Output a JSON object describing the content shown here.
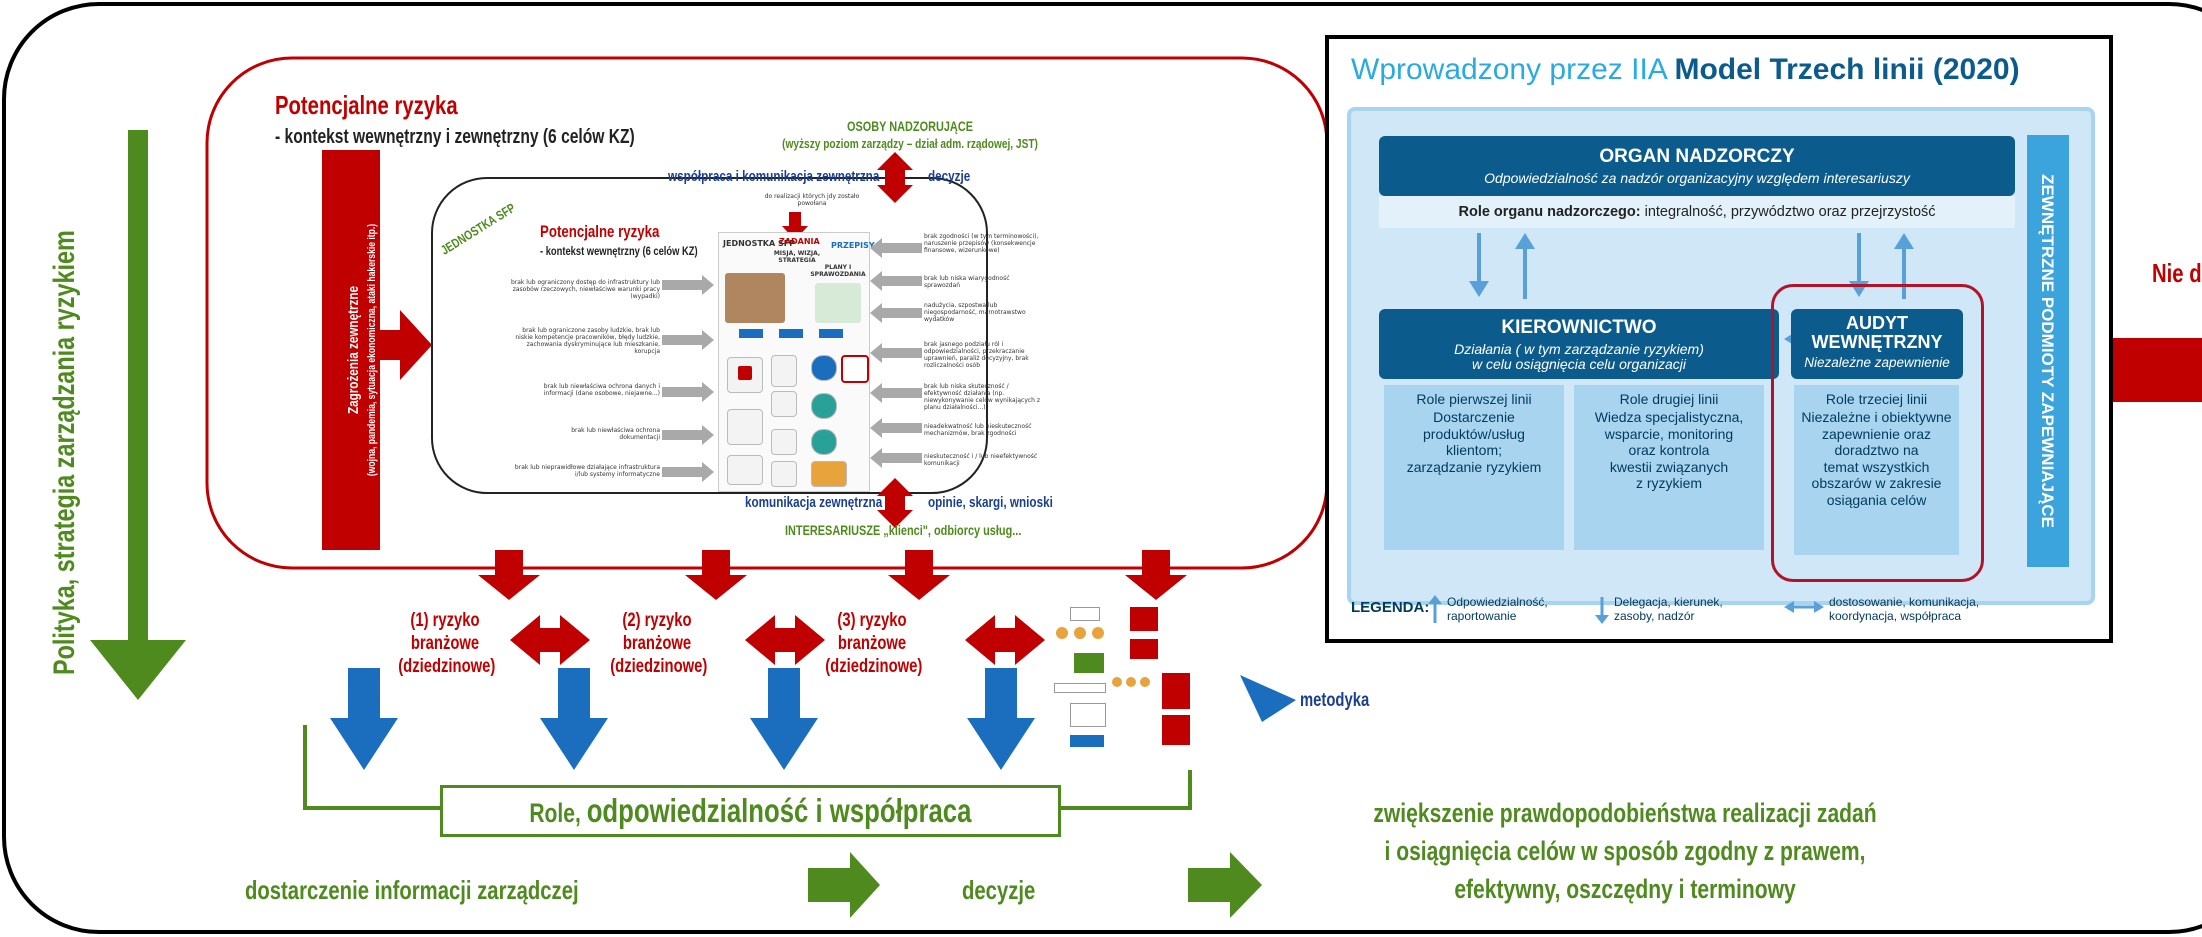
{
  "colors": {
    "red": "#c00000",
    "green": "#4f8a1e",
    "blue": "#1a6ebd",
    "navy": "#0b5c8c",
    "light_blue": "#cfe7f7",
    "frame": "#000000"
  },
  "left": {
    "vertical_label": "Polityka, strategia zarządzania ryzykiem",
    "outer_title": "Potencjalne ryzyka",
    "outer_subtitle": "- kontekst wewnętrzny i zewnętrzny (6 celów KZ)",
    "threats_label": "Zagrożenia zewnętrzne",
    "threats_sub": "(wojna, pandemia, sytuacja ekonomiczna, ataki hakerskie itp.)",
    "top_org_title": "OSOBY NADZORUJĄCE",
    "top_org_sub": "(wyższy poziom zarządzy – dział adm. rządowej, JST)",
    "top_left_label": "współpraca i komunikacja zewnętrzna",
    "top_right_label": "decyzje",
    "unit_label": "JEDNOSTKA SFP",
    "inner_title": "Potencjalne ryzyka",
    "inner_subtitle": "- kontekst wewnętrzny (6 celów KZ)",
    "center_caption": "do realizacji których jdy zostało powołana",
    "center_tags": [
      "JEDNOSTKA SFP",
      "ZADANIA",
      "MISJA, WIZJA, STRATEGIA",
      "PRZEPISY",
      "PLANY I SPRAWOZDANIA"
    ],
    "left_risks": [
      "brak lub ograniczony dostęp do infrastruktury lub zasobów rzeczowych, niewłaściwe warunki pracy (wypadki)",
      "brak lub ograniczone zasoby ludzkie, brak lub niskie kompetencje pracowników, błędy ludzkie, zachowania dyskryminujące lub mieszkanie, korupcja",
      "brak lub niewłaściwa ochrona danych i informacji (dane osobowe, niejawne...)",
      "brak lub niewłaściwa ochrona dokumentacji",
      "brak lub nieprawidłowe działające infrastruktura i/lub systemy informatyczne"
    ],
    "right_risks": [
      "brak zgodności (w tym terminowości), naruszenie przepisów (konsekwencje finansowe, wizerunkowe)",
      "brak lub niska wiarygodność sprawozdań",
      "nadużycia, szpostwa lub niegospodarność, marnotrawstwo wydatków",
      "brak jasnego podziału ról i odpowiedzialności, przekraczanie uprawnień, paraliż decyzyjny, brak rozliczalności osób",
      "brak lub niska skuteczność / efektywność działania (np. niewykonywanie celów wynikających z planu działalności...)",
      "nieadekwatność lub nieskuteczność mechanizmów, brak zgodności",
      "nieskuteczność i / lub nieefektywność komunikacji"
    ],
    "bottom_left_label": "komunikacja zewnętrzna",
    "bottom_right_label": "opinie, skargi, wnioski",
    "stakeholders": "INTERESARIUSZE „klienci\", odbiorcy usług...",
    "risk_labels": [
      "(1) ryzyko\nbranżowe\n(dziedzinowe)",
      "(2) ryzyko\nbranżowe\n(dziedzinowe)",
      "(3) ryzyko\nbranżowe\n(dziedzinowe)"
    ],
    "methodology_label": "metodyka",
    "roles_box": {
      "prefix": "Role, ",
      "emph": "odpowiedzialność i współpraca"
    },
    "bottom_info": "dostarczenie informacji zarządczej",
    "bottom_decisions": "decyzje",
    "outcome": "zwiększenie prawdopodobieństwa realizacji zadań\ni osiągnięcia celów  w sposób zgodny  z prawem,\nefektywny, oszczędny i terminowy"
  },
  "model": {
    "title_pre": "Wprowadzony przez IIA ",
    "title_bold": "Model Trzech linii (2020)",
    "governing": {
      "title": "ORGAN NADZORCZY",
      "sub": "Odpowiedzialność za nadzór organizacyjny względem interesariuszy",
      "roles_bold": "Role organu nadzorczego:",
      "roles": " integralność, przywództwo oraz przejrzystość"
    },
    "management": {
      "title": "KIEROWNICTWO",
      "sub": "Działania ( w tym zarządzanie ryzykiem)\nw celu osiągnięcia celu organizacji"
    },
    "audit": {
      "title": "AUDYT\nWEWNĘTRZNY",
      "sub": "Niezależne zapewnienie"
    },
    "first_line": {
      "title": "Role pierwszej linii",
      "text": "Dostarczenie\nproduktów/usług\nklientom;\nzarządzanie ryzykiem"
    },
    "second_line": {
      "title": "Role drugiej linii",
      "text": "Wiedza specjalistyczna,\nwsparcie, monitoring\noraz kontrola\nkwestii związanych\nz ryzykiem"
    },
    "third_line": {
      "title": "Role trzeciej linii",
      "text": "Niezależne i obiektywne\nzapewnienie oraz\ndoradztwo na\ntemat wszystkich\nobszarów w zakresie\nosiągania celów"
    },
    "external": "ZEWNĘTRZNE PODMIOTY ZAPEWNIAJĄCE",
    "legend": {
      "label": "LEGENDA:",
      "item1": "Odpowiedzialność,\nraportowanie",
      "item2": "Delegacja, kierunek,\nzasoby, nadzór",
      "item3": "dostosowanie, komunikacja,\nkoordynacja, współpraca"
    }
  },
  "right_clip": "Nie d"
}
